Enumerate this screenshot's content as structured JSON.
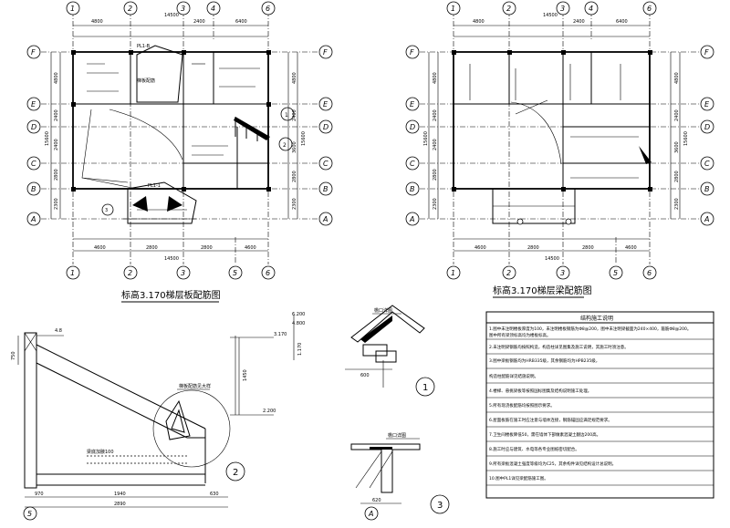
{
  "plans": [
    {
      "title": "标高3.170梯层板配筋图",
      "cols": [
        "1",
        "2",
        "3",
        "4",
        "6"
      ],
      "cols_bottom": [
        "1",
        "2",
        "3",
        "5",
        "6"
      ],
      "rows": [
        "F",
        "E",
        "D",
        "C",
        "B",
        "A"
      ],
      "top_dims": [
        "4800",
        "2400",
        "6400"
      ],
      "top_total": "14500",
      "bottom_dims": [
        "4600",
        "2800",
        "2800",
        "4600"
      ],
      "bottom_total": "14500",
      "left_dims": [
        "4800",
        "2400",
        "2400",
        "2800",
        "2300"
      ],
      "right_dims": [
        "4800",
        "2400",
        "3600",
        "2800",
        "2300"
      ],
      "overall_v": "15600",
      "labels": [
        "PL1-B",
        "PL1-1",
        "梯板配筋"
      ]
    },
    {
      "title": "标高3.170梯层梁配筋图",
      "cols": [
        "1",
        "2",
        "3",
        "4",
        "6"
      ],
      "cols_bottom": [
        "1",
        "2",
        "3",
        "5",
        "6"
      ],
      "rows": [
        "F",
        "E",
        "D",
        "C",
        "B",
        "A"
      ],
      "top_dims": [
        "4800",
        "2400",
        "6400"
      ],
      "top_total": "14500",
      "bottom_dims": [
        "4600",
        "2800",
        "2800",
        "4600"
      ],
      "bottom_total": "14500",
      "left_dims": [
        "4800",
        "2400",
        "2400",
        "2800",
        "2300"
      ],
      "right_dims": [
        "4800",
        "2400",
        "3600",
        "2800",
        "2300"
      ],
      "overall_v": "15600"
    }
  ],
  "details": {
    "d2": {
      "left_levels": [
        "4.8"
      ],
      "right_levels": [
        "3.170",
        "2.200"
      ],
      "dims_bottom": [
        "970",
        "1940",
        "2890",
        "630"
      ],
      "dim_left": "750",
      "dim_right": "1450",
      "axis": "5",
      "callout": "2",
      "labels": [
        "梯板配筋见大样",
        "梁底加腋100"
      ]
    },
    "d1": {
      "levels": [
        "6.200",
        "4.800"
      ],
      "dims": [
        "1.170",
        "600"
      ],
      "callout": "1",
      "label": "檐口详图"
    },
    "d3": {
      "dims": [
        "620"
      ],
      "axis": "A",
      "callout": "3",
      "label": "檐口详图"
    }
  },
  "notes": {
    "title": "结构施工说明",
    "items": [
      "1.图中未注明楼板厚度为100，未注明楼板钢筋为Φ8@200，图中未注明梁截面为240×400，箍筋Φ8@200。",
      "   图中所有梁顶标高均为楼板标高。",
      "2.未注明梁钢筋均按照构造，构造柱详见图集及施工说明，其施工时须注意。",
      "3.图中梁板钢筋均为HRB335级，其余钢筋均为HPB235级，",
      "   构造柱配筋详见结施说明。",
      "4.楼梯、悬挑梁板等按照国标图集及结构说明施工处理。",
      "5.所有现浇板配筋均按照图示要求。",
      "6.屋面板筋在施工时应注意与墙体连接，钢筋锚固应满足规范要求。",
      "7.卫生间楼板降低50，需在墙体下部做素混凝土翻边200高。",
      "8.施工时应与建筑、水电等各专业图纸密切配合。",
      "9.所有梁板混凝土强度等级均为C25，其余构件详见结构设计总说明。",
      "10.图中PL1详见梁配筋施工图。"
    ]
  },
  "colors": {
    "ink": "#000000",
    "paper": "#ffffff"
  }
}
